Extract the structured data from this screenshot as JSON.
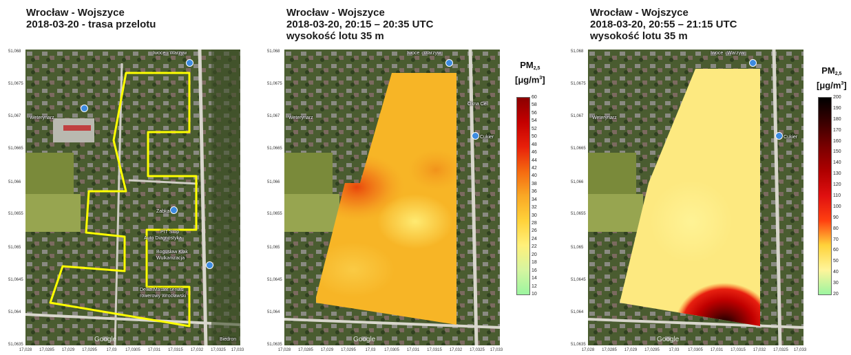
{
  "panels": [
    {
      "title_lines": [
        "Wrocław - Wojszyce",
        "2018-03-20 - trasa przelotu"
      ]
    },
    {
      "title_lines": [
        "Wrocław - Wojszyce",
        "2018-03-20, 20:15 – 20:35 UTC",
        "wysokość lotu 35 m"
      ]
    },
    {
      "title_lines": [
        "Wrocław - Wojszyce",
        "2018-03-20, 20:55 – 21:15 UTC",
        "wysokość lotu 35 m"
      ]
    }
  ],
  "axes": {
    "y_ticks": [
      "51,068",
      "51,0675",
      "51,067",
      "51,0665",
      "51,066",
      "51,0655",
      "51,065",
      "51,0645",
      "51,064",
      "51,0635"
    ],
    "x_ticks": [
      "17,028",
      "17,0285",
      "17,029",
      "17,0295",
      "17,03",
      "17,0305",
      "17,031",
      "17,0315",
      "17,032",
      "17,0325",
      "17,033"
    ]
  },
  "map_labels": {
    "google": "Google",
    "bottom_right": "Biedron",
    "top_street": "Iwoce · Warzyw",
    "wetera": "Weterynarz",
    "zabka": "Żabka",
    "pit": "PIT Stop",
    "pit2": "Auto Diagnostyka",
    "boguslaw": "Bogusław Kłak",
    "boguslaw2": "Wulkanizacja",
    "delke": "Delke Master serwis",
    "delke2": "rowerowy Wrocławski",
    "cuk": "Cukier",
    "okna": "Okna Ce"
  },
  "colorbars": [
    {
      "title_main": "PM",
      "title_sub": "2,5",
      "unit_pre": "[μg/m",
      "unit_sup": "3",
      "unit_post": "]",
      "ticks": [
        "60",
        "58",
        "56",
        "54",
        "52",
        "50",
        "48",
        "46",
        "44",
        "42",
        "40",
        "38",
        "36",
        "34",
        "32",
        "30",
        "28",
        "26",
        "24",
        "22",
        "20",
        "18",
        "16",
        "14",
        "12",
        "10"
      ],
      "colors": [
        "#8b0000",
        "#c40000",
        "#e8200a",
        "#f56a10",
        "#f9a825",
        "#ffd23a",
        "#fff07a",
        "#d6f5a0",
        "#9cf5a0"
      ]
    },
    {
      "title_main": "PM",
      "title_sub": "2,5",
      "unit_pre": "[μg/m",
      "unit_sup": "3",
      "unit_post": "]",
      "ticks": [
        "200",
        "190",
        "180",
        "170",
        "160",
        "150",
        "140",
        "130",
        "120",
        "110",
        "100",
        "90",
        "80",
        "70",
        "60",
        "50",
        "40",
        "30",
        "20"
      ],
      "colors": [
        "#000000",
        "#3a0000",
        "#7a0000",
        "#b00000",
        "#e01010",
        "#ff4010",
        "#ffd23a",
        "#fff59a",
        "#9cf5a0"
      ]
    }
  ]
}
